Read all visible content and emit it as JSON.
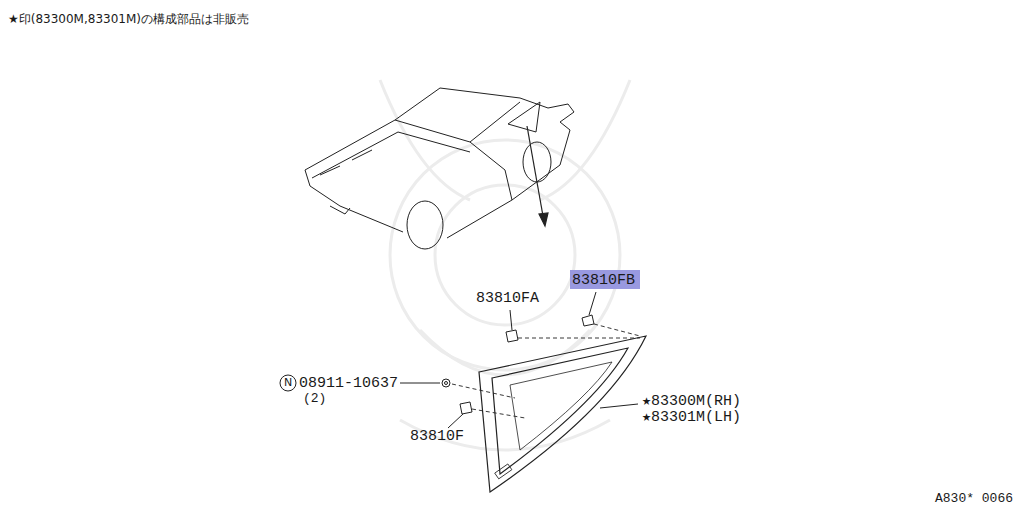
{
  "diagram": {
    "labels": [
      "★印(83300M,83301M)の構成部品は非販売",
      "83810FB",
      "83810FA",
      "N",
      "08911-10637",
      "(2)",
      "83810F",
      "★83300M(RH)",
      "★83301M(LH)",
      "A830* 0066"
    ]
  }
}
